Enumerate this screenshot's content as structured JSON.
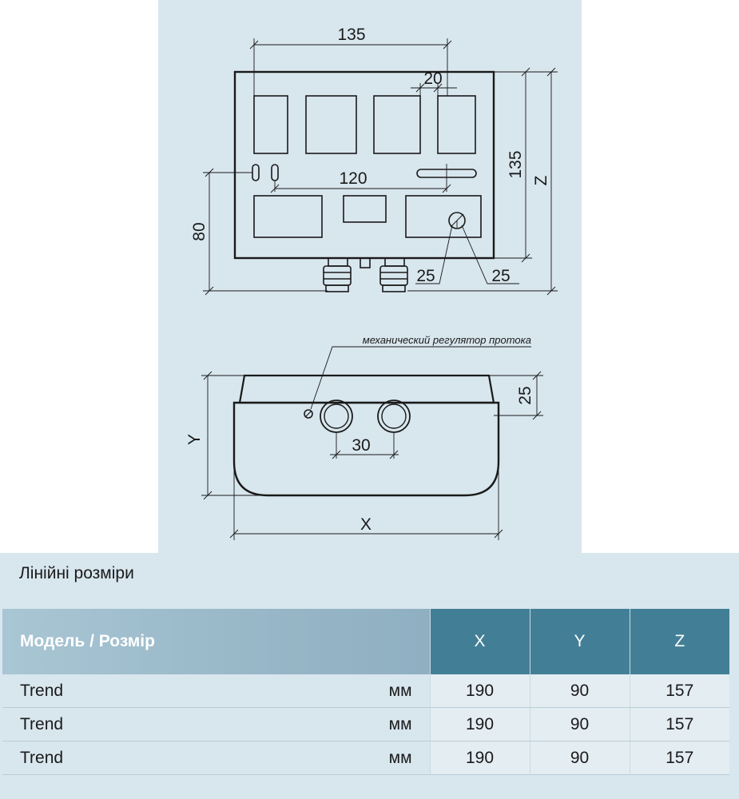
{
  "drawing": {
    "front_view": {
      "dim_top_width": "135",
      "dim_small": "20",
      "dim_holes_spacing": "120",
      "dim_height_right": "135",
      "dim_overall_height": "Z",
      "dim_left": "80",
      "dim_pipe_offset": "25",
      "dim_pipe_offset_right": "25"
    },
    "bottom_view": {
      "regulator_label": "механический регулятор протока",
      "dim_cover_height": "25",
      "dim_depth": "Y",
      "dim_pipe_spacing": "30",
      "dim_width": "X"
    }
  },
  "dimensions_table": {
    "title": "Лінійні розміри",
    "headers": {
      "model": "Модель / Розмір",
      "x": "X",
      "y": "Y",
      "z": "Z"
    },
    "rows": [
      {
        "model": "Trend",
        "unit": "мм",
        "x": "190",
        "y": "90",
        "z": "157"
      },
      {
        "model": "Trend",
        "unit": "мм",
        "x": "190",
        "y": "90",
        "z": "157"
      },
      {
        "model": "Trend",
        "unit": "мм",
        "x": "190",
        "y": "90",
        "z": "157"
      }
    ]
  },
  "colors": {
    "panel_bg": "#d8e6ee",
    "header_dark": "#427f96",
    "header_light": "#a9c6d4",
    "line": "#1a1a1a"
  }
}
